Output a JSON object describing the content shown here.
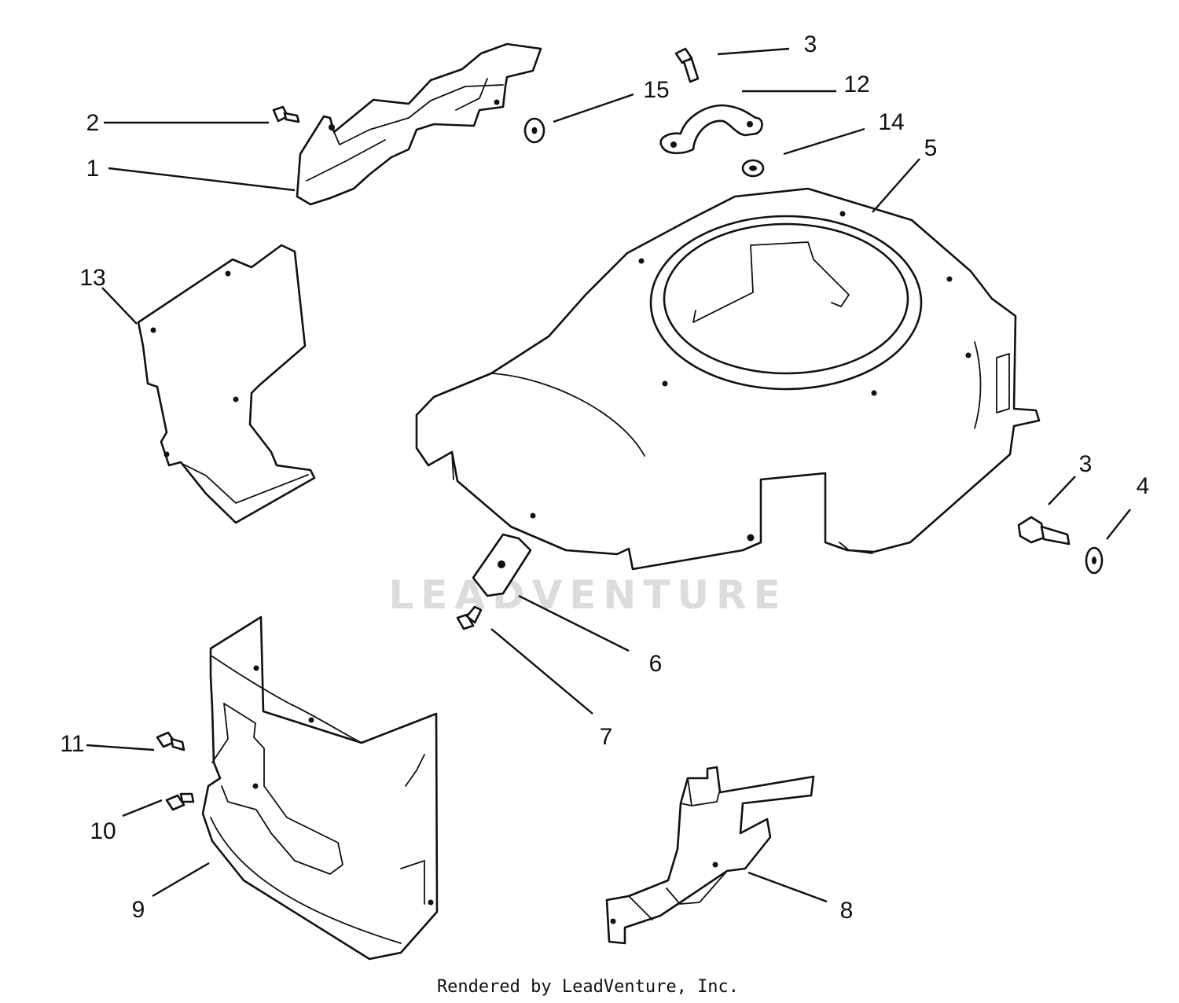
{
  "callouts": [
    {
      "id": "1",
      "label": "1"
    },
    {
      "id": "2",
      "label": "2"
    },
    {
      "id": "3a",
      "label": "3"
    },
    {
      "id": "3b",
      "label": "3"
    },
    {
      "id": "4",
      "label": "4"
    },
    {
      "id": "5",
      "label": "5"
    },
    {
      "id": "6",
      "label": "6"
    },
    {
      "id": "7",
      "label": "7"
    },
    {
      "id": "8",
      "label": "8"
    },
    {
      "id": "9",
      "label": "9"
    },
    {
      "id": "10",
      "label": "10"
    },
    {
      "id": "11",
      "label": "11"
    },
    {
      "id": "12",
      "label": "12"
    },
    {
      "id": "13",
      "label": "13"
    },
    {
      "id": "14",
      "label": "14"
    },
    {
      "id": "15",
      "label": "15"
    }
  ],
  "watermark": {
    "text": "LEADVENTURE",
    "icon": "leadventure-flame-logo"
  },
  "footer": {
    "credit": "Rendered by LeadVenture, Inc."
  }
}
